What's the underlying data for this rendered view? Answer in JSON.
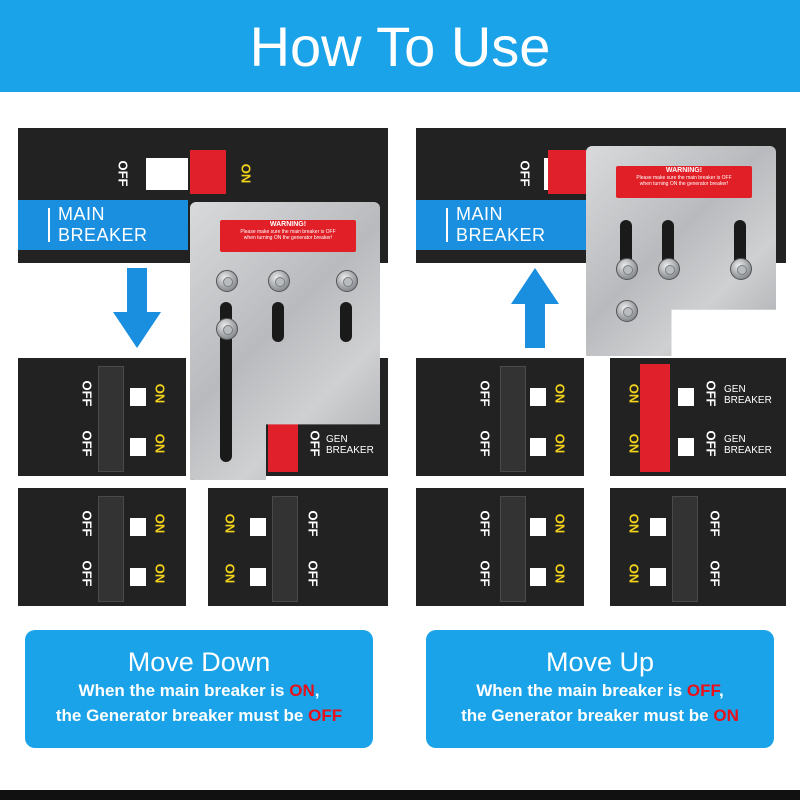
{
  "title": "How To Use",
  "labels": {
    "off": "OFF",
    "on": "ON",
    "main_breaker": [
      "MAIN",
      "BREAKER"
    ],
    "gen_breaker": [
      "GEN",
      "BREAKER"
    ],
    "warning_title": "WARNING!",
    "warning_body": [
      "Please make sure the main breaker is OFF",
      "when turning ON the generator breaker!"
    ]
  },
  "captions": {
    "left": {
      "title": "Move Down",
      "line1_prefix": "When the main breaker is ",
      "line1_state": "ON",
      "line1_suffix": ",",
      "line2_prefix": "the Generator breaker must be ",
      "line2_state": "OFF"
    },
    "right": {
      "title": "Move Up",
      "line1_prefix": "When the main breaker is ",
      "line1_state": "OFF",
      "line1_suffix": ",",
      "line2_prefix": "the Generator breaker must be ",
      "line2_state": "ON"
    }
  },
  "colors": {
    "header_blue": "#1aa3e8",
    "label_blue": "#1a8fe0",
    "handle_red": "#e0202a",
    "panel_black": "#222222",
    "on_yellow": "#f2d21b",
    "state_red": "#e8101a"
  },
  "icons": [
    "arrow-down-icon",
    "arrow-up-icon",
    "bolt-icon"
  ]
}
